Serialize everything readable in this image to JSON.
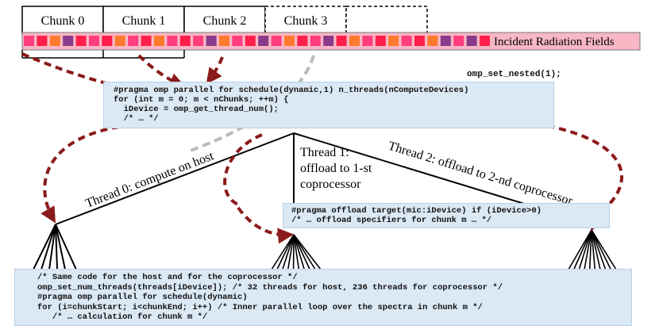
{
  "chunks": [
    "Chunk 0",
    "Chunk 1",
    "Chunk 2",
    "Chunk 3",
    ""
  ],
  "strip": {
    "label": "Incident Radiation Fields",
    "pattern": [
      "pink",
      "red",
      "orange",
      "purple",
      "red",
      "pink",
      "red",
      "orange",
      "pink",
      "red",
      "orange",
      "pink",
      "red",
      "pink",
      "purple",
      "orange",
      "pink",
      "red",
      "purple",
      "pink",
      "orange",
      "red",
      "pink",
      "purple",
      "red",
      "orange",
      "pink",
      "red",
      "orange",
      "pink",
      "red",
      "orange",
      "purple",
      "pink",
      "purple",
      "red"
    ]
  },
  "colors": {
    "pink": "#ff3d7f",
    "red": "#ff1f4b",
    "orange": "#ff7a2e",
    "purple": "#8a3a8a",
    "strip_bg": "#f8b7c4",
    "code_bg": "#dbe9f5",
    "arrow": "#8b1a1a",
    "dash_gray": "#bbbbbb"
  },
  "nested": "omp_set_nested(1);",
  "outer_code": [
    "#pragma omp parallel for schedule(dynamic,1) n_threads(nComputeDevices)",
    "for (int m = 0; m < nChunks; ++m) {",
    "  iDevice = omp_get_thread_num();",
    "  /* … */"
  ],
  "threads": {
    "t0": "Thread 0: compute on host",
    "t1_line1": "Thread 1:",
    "t1_line2": "offload to 1-st",
    "t1_line3": "coprocessor",
    "t2": "Thread 2: offload to 2-nd coprocessor"
  },
  "offload_code": [
    "#pragma offload target(mic:iDevice) if (iDevice>0)",
    "/* … offload specifiers for chunk m … */"
  ],
  "inner_code": [
    "/* Same code for the host and for the coprocessor */",
    "omp_set_num_threads(threads[iDevice]); /* 32 threads for host, 236 threads for coprocessor */",
    "#pragma omp parallel for schedule(dynamic)",
    "for (i=chunkStart; i<chunkEnd; i++) /* Inner parallel loop over the spectra in chunk m */",
    "   /* … calculation for chunk m */"
  ]
}
